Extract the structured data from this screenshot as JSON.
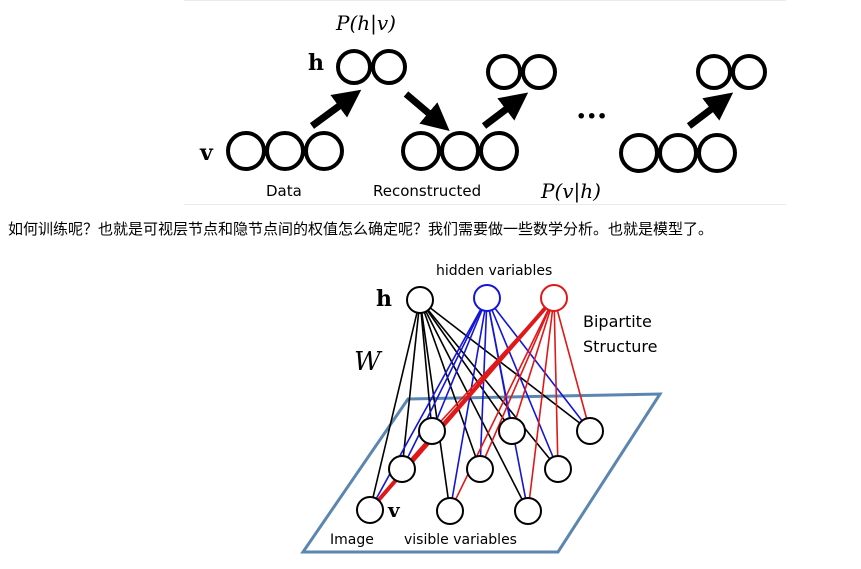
{
  "figure1": {
    "labels": {
      "p_h_given_v": "P(h|v)",
      "h": "h",
      "v": "v",
      "data": "Data",
      "reconstructed": "Reconstructed",
      "ellipsis": "···",
      "p_v_given_h": "P(v|h)"
    }
  },
  "caption": "如何训练呢？也就是可视层节点和隐节点间的权值怎么确定呢？我们需要做一些数学分析。也就是模型了。",
  "figure2": {
    "labels": {
      "hidden_variables": "hidden variables",
      "h": "h",
      "bipartite": "Bipartite",
      "structure": "Structure",
      "W": "W",
      "v": "v",
      "image": "Image",
      "visible_variables": "visible variables"
    },
    "colors": {
      "black": "#000000",
      "blue": "#1515d8",
      "red": "#e01818",
      "plane": "#5b86b0"
    }
  }
}
